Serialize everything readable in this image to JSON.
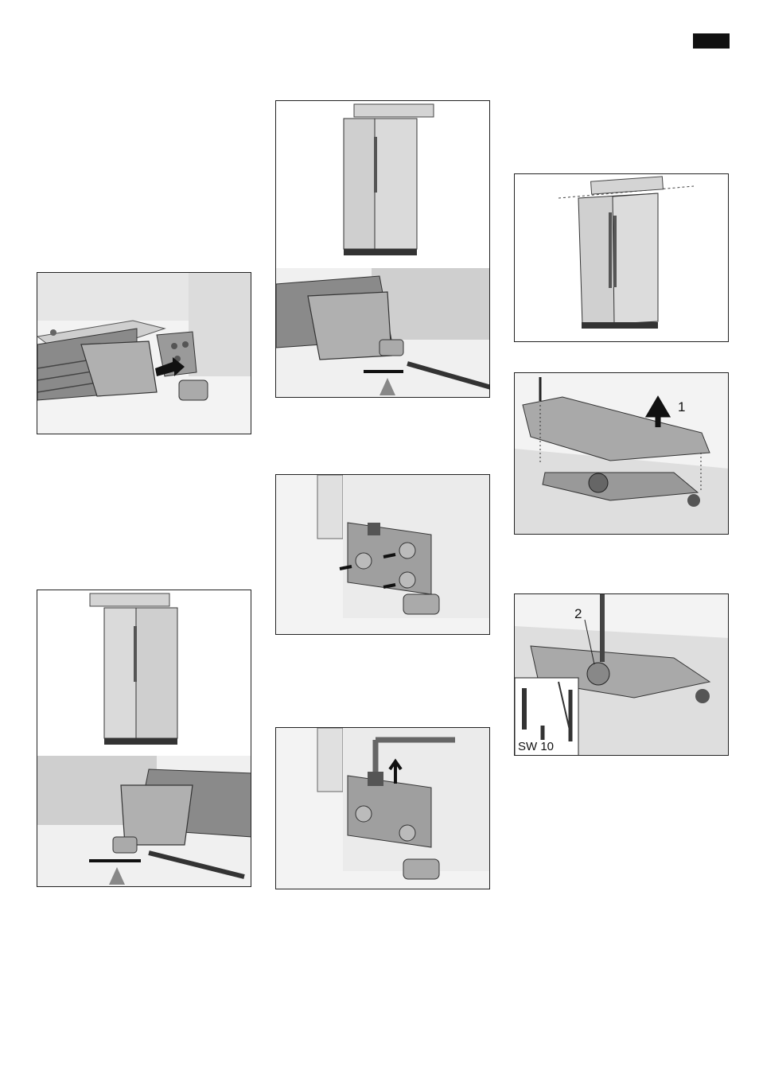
{
  "page": {
    "tab_marker_color": "#111111"
  },
  "figures": {
    "fig_d": {
      "label": "1"
    },
    "fig_e": {
      "label": "2",
      "tool_label": "SW 10"
    }
  },
  "icons": [
    "arrow-icon",
    "screwdriver-icon",
    "allen-key-icon",
    "wrench-icon",
    "socket-icon",
    "screw-icon"
  ]
}
